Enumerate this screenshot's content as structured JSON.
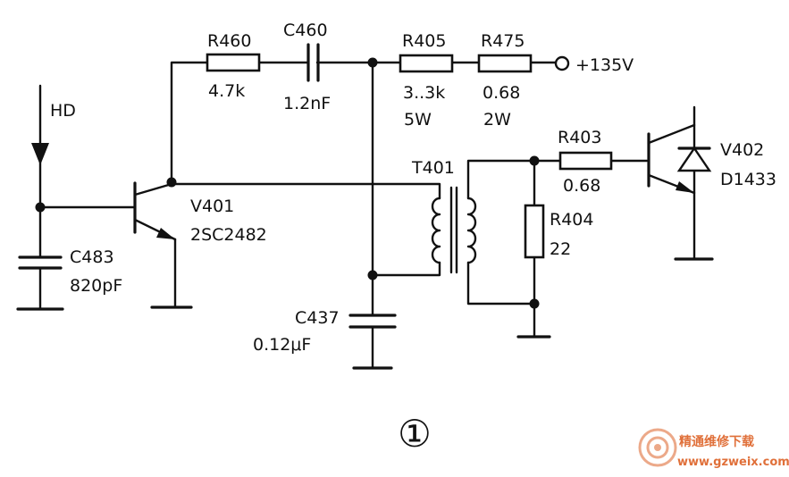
{
  "figure_number": "①",
  "input_label": "HD",
  "supply_label": "+135V",
  "components": {
    "R460": {
      "ref": "R460",
      "value": "4.7k"
    },
    "C460": {
      "ref": "C460",
      "value": "1.2nF"
    },
    "R405": {
      "ref": "R405",
      "value": "3..3k",
      "rating": "5W"
    },
    "R475": {
      "ref": "R475",
      "value": "0.68",
      "rating": "2W"
    },
    "R403": {
      "ref": "R403",
      "value": "0.68"
    },
    "R404": {
      "ref": "R404",
      "value": "22"
    },
    "C483": {
      "ref": "C483",
      "value": "820pF"
    },
    "C437": {
      "ref": "C437",
      "value": "0.12μF"
    },
    "V401": {
      "ref": "V401",
      "part": "2SC2482"
    },
    "V402": {
      "ref": "V402",
      "part": "D1433"
    },
    "T401": {
      "ref": "T401"
    }
  },
  "watermark": {
    "brand": "精通维修下载",
    "url": "www.gzweix.com",
    "color": "#e0703a"
  }
}
